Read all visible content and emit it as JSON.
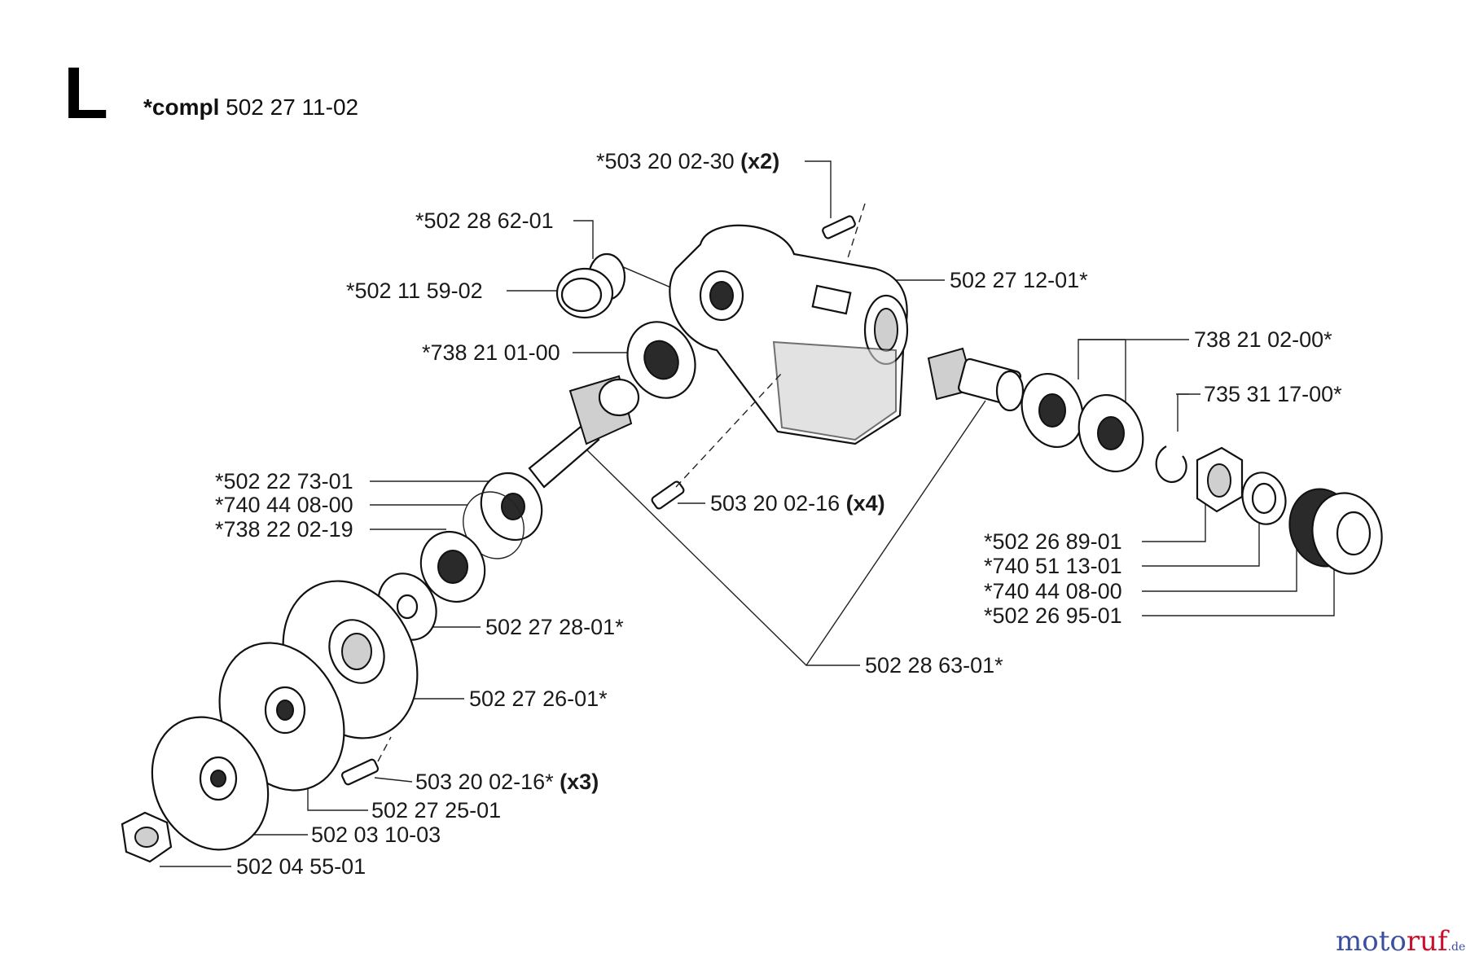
{
  "header": {
    "section_letter": "L",
    "compl_prefix": "*compl",
    "compl_number": "502 27 11-02"
  },
  "callouts": [
    {
      "id": "c1",
      "number": "*503 20 02-30",
      "qty": "(x2)"
    },
    {
      "id": "c2",
      "number": "*502 28 62-01",
      "qty": ""
    },
    {
      "id": "c3",
      "number": "*502 11 59-02",
      "qty": ""
    },
    {
      "id": "c4",
      "number": "502 27 12-01*",
      "qty": ""
    },
    {
      "id": "c5",
      "number": "*738 21 01-00",
      "qty": ""
    },
    {
      "id": "c6",
      "number": "738 21 02-00*",
      "qty": ""
    },
    {
      "id": "c7",
      "number": "735 31 17-00*",
      "qty": ""
    },
    {
      "id": "c8",
      "number": "*502 22 73-01",
      "qty": ""
    },
    {
      "id": "c9",
      "number": "*740 44 08-00",
      "qty": ""
    },
    {
      "id": "c10",
      "number": "*738 22 02-19",
      "qty": ""
    },
    {
      "id": "c11",
      "number": "503 20 02-16",
      "qty": "(x4)"
    },
    {
      "id": "c12",
      "number": "*502 26 89-01",
      "qty": ""
    },
    {
      "id": "c13",
      "number": "*740 51 13-01",
      "qty": ""
    },
    {
      "id": "c14",
      "number": "*740 44 08-00",
      "qty": ""
    },
    {
      "id": "c15",
      "number": "*502 26 95-01",
      "qty": ""
    },
    {
      "id": "c16",
      "number": "502 27 28-01*",
      "qty": ""
    },
    {
      "id": "c17",
      "number": "502 28 63-01*",
      "qty": ""
    },
    {
      "id": "c18",
      "number": "502 27 26-01*",
      "qty": ""
    },
    {
      "id": "c19",
      "number": "503 20 02-16*",
      "qty": "(x3)"
    },
    {
      "id": "c20",
      "number": "502 27 25-01",
      "qty": ""
    },
    {
      "id": "c21",
      "number": "502 03 10-03",
      "qty": ""
    },
    {
      "id": "c22",
      "number": "502 04 55-01",
      "qty": ""
    }
  ],
  "watermark": {
    "brand_a": "moto",
    "brand_b": "ruf",
    "tld": ".de",
    "color_a": "#3c4ea0",
    "color_b": "#c8102e"
  }
}
